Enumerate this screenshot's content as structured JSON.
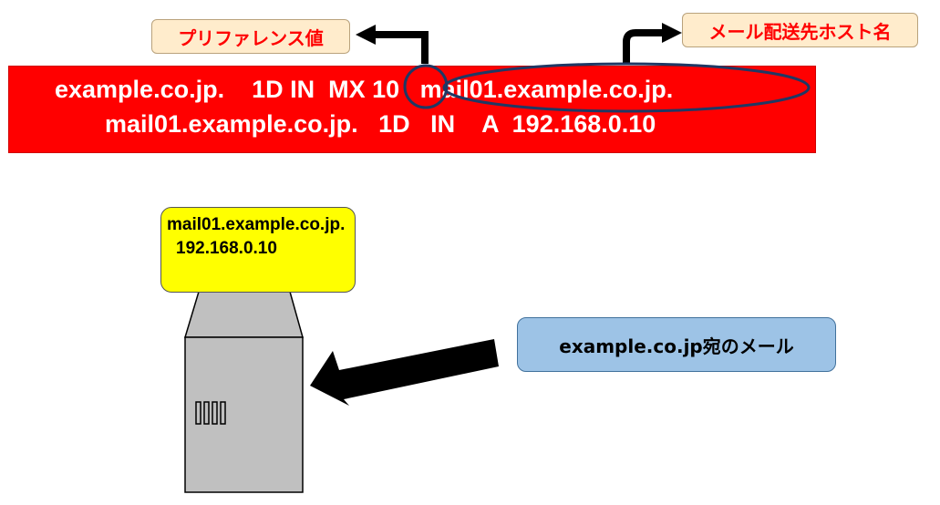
{
  "record": {
    "line1": "example.co.jp.    1D IN  MX ",
    "preference": "10",
    "line1_host": "   mail01.example.co.jp.",
    "line2": "mail01.example.co.jp.   1D   IN    A  192.168.0.10"
  },
  "callouts": {
    "preference_label": "プリファレンス値",
    "host_label": "メール配送先ホスト名"
  },
  "server": {
    "hostname": "mail01.example.co.jp.",
    "ip": "192.168.0.10"
  },
  "mail": {
    "label": "example.co.jp宛のメール"
  },
  "colors": {
    "banner": "#ff0000",
    "callout_text": "#ff0000",
    "callout_bg": "#ffeccc",
    "server_note": "#ffff00",
    "mail_label": "#9dc3e6",
    "server_body": "#c0c0c0",
    "highlight_ring": "#1f3864"
  }
}
